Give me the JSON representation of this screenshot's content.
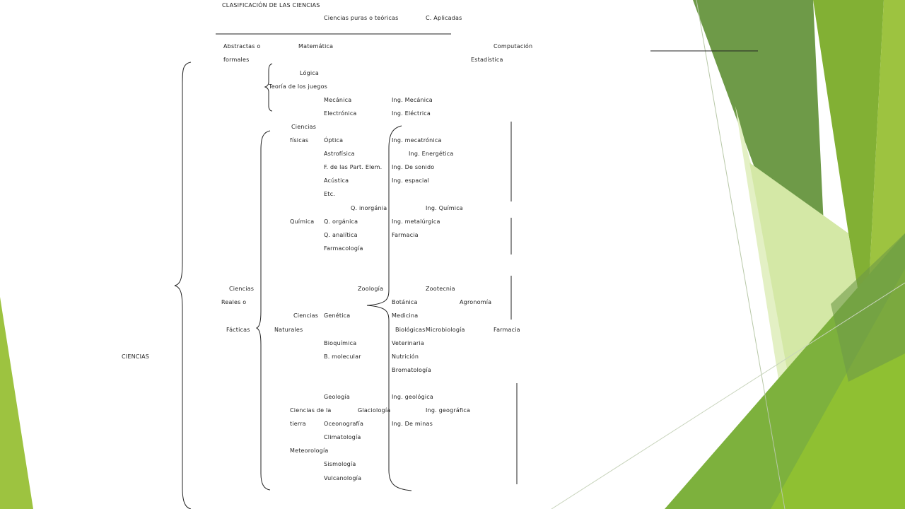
{
  "slide": {
    "title": "CLASIFICACIÓN DE LAS CIENCIAS",
    "header_pure": "Ciencias puras o teóricas",
    "header_applied": "C. Aplicadas",
    "root": "CIENCIAS",
    "abstract": {
      "line1": "Abstractas o",
      "line2": "formales",
      "items": [
        "Matemática",
        "Lógica",
        "Teoría de los juegos"
      ],
      "applied": [
        "Computación",
        "Estadística"
      ]
    },
    "factual": {
      "line1": "Ciencias",
      "line2": "Reales o",
      "line3": "Fácticas",
      "naturales": "Naturales",
      "fisicas": {
        "label1": "Ciencias",
        "label2": "físicas",
        "top": [
          {
            "science": "Mecánica",
            "applied": "Ing. Mecánica"
          },
          {
            "science": "Electrónica",
            "applied": "Ing. Eléctrica"
          }
        ],
        "items": [
          {
            "science": "Óptica",
            "applied": "Ing. mecatrónica"
          },
          {
            "science": "Astrofísica",
            "applied": "Ing. Energética"
          },
          {
            "science": "F. de las Part. Elem.",
            "applied": "Ing. De sonido"
          },
          {
            "science": "Acústica",
            "applied": "Ing. espacial"
          },
          {
            "science": "Etc.",
            "applied": ""
          }
        ]
      },
      "quimica": {
        "label": "Química",
        "items": [
          {
            "science": "Q. inorgánia",
            "applied": "Ing. Química"
          },
          {
            "science": "Q. orgánica",
            "applied": "Ing. metalúrgica"
          },
          {
            "science": "Q. analítica",
            "applied": "Farmacia"
          },
          {
            "science": "Farmacología",
            "applied": ""
          }
        ]
      },
      "biologicas": {
        "label1": "Ciencias",
        "label2": "Biológicas",
        "zoologia": "Zoología",
        "genetica": "Genética",
        "bioquimica": "Bioquímica",
        "b_molecular": "B. molecular",
        "applied": {
          "zootecnia": "Zootecnia",
          "botanica": "Botánica",
          "agronomia": "Agronomía",
          "medicina": "Medicina",
          "microbiologia": "Microbiología",
          "farmacia": "Farmacia",
          "veterinaria": "Veterinaria",
          "nutricion": "Nutrición",
          "bromatologia": "Bromatología"
        }
      },
      "tierra": {
        "label1": "Ciencias de la",
        "label2": "tierra",
        "meteorologia": "Meteorología",
        "items": [
          {
            "science": "Geología",
            "applied": "Ing. geológica"
          },
          {
            "science": "Glaciología",
            "applied": "Ing. geográfica"
          },
          {
            "science": "Oceonografía",
            "applied": "Ing. De minas"
          },
          {
            "science": "Climatología",
            "applied": ""
          },
          {
            "science": "Sismología",
            "applied": ""
          },
          {
            "science": "Vulcanología",
            "applied": ""
          }
        ]
      }
    },
    "colors": {
      "green_dark": "#6e9a48",
      "green_mid": "#82b034",
      "green_light": "#9dc340",
      "green_pale": "#d4e8a6",
      "line": "#222222"
    }
  }
}
